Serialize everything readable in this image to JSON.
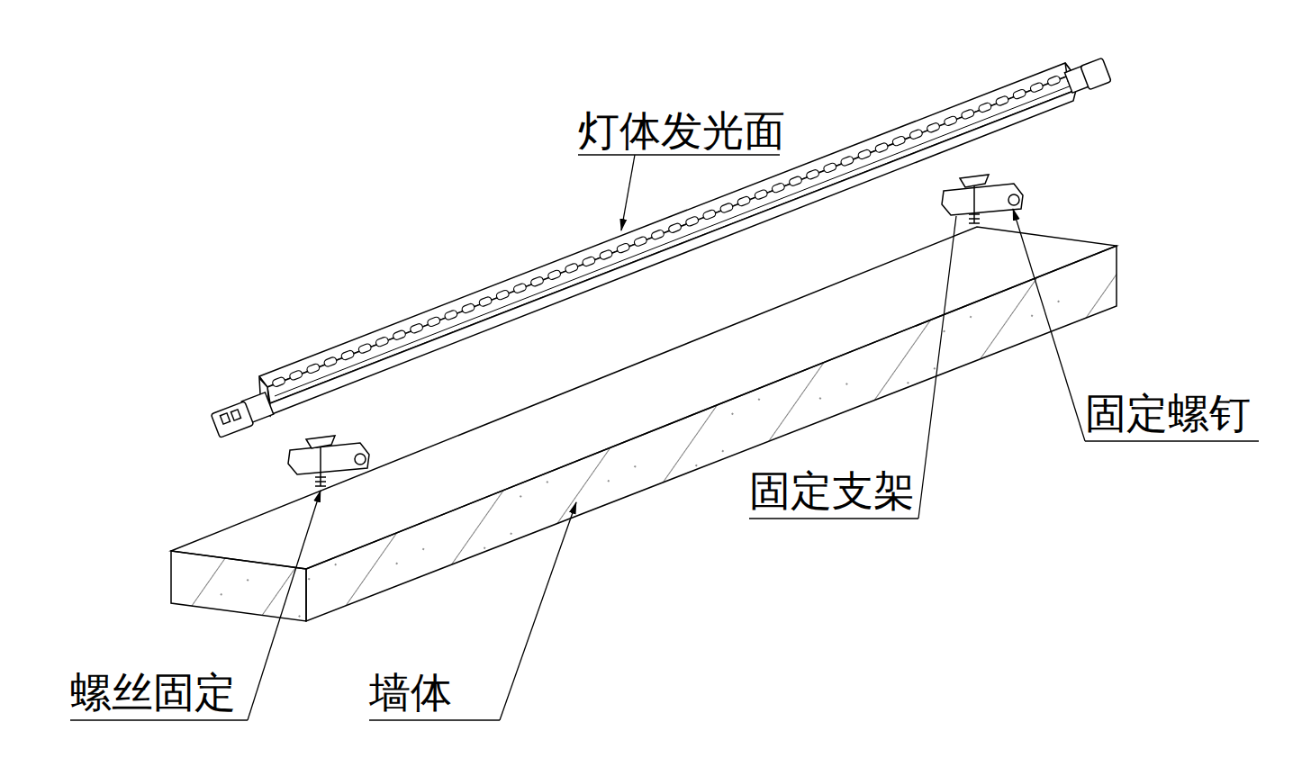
{
  "diagram": {
    "labels": [
      "灯体发光面",
      "固定螺钉",
      "固定支架",
      "螺丝固定",
      "墙体"
    ]
  }
}
